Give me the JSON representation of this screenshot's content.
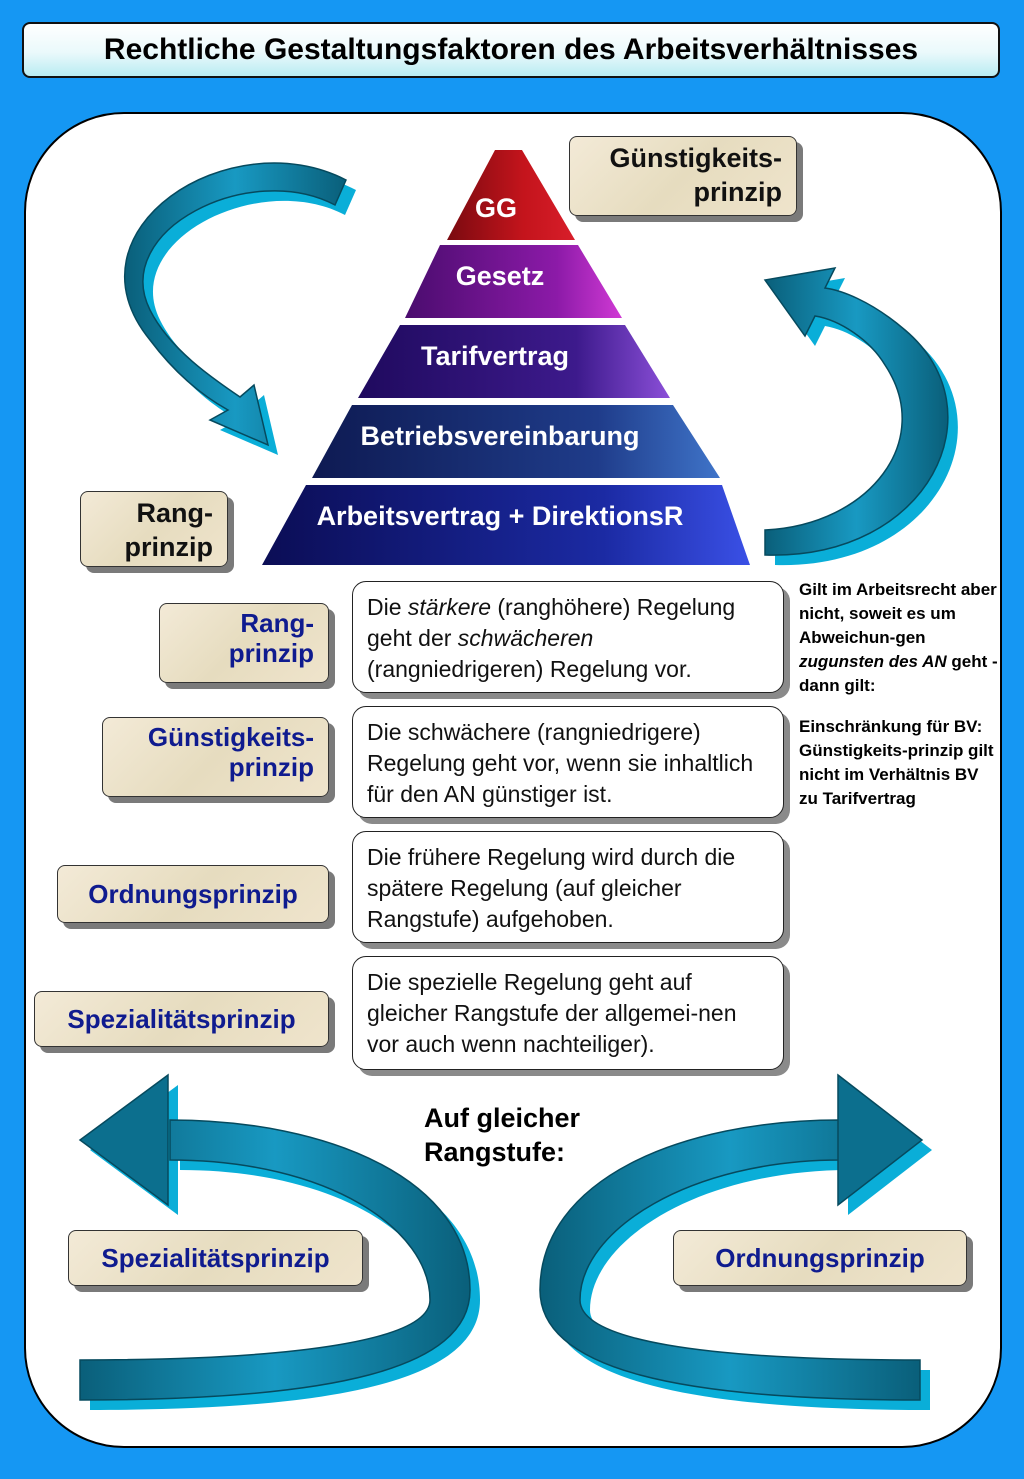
{
  "title": "Rechtliche Gestaltungsfaktoren des Arbeitsverhältnisses",
  "pyramid": {
    "levels": [
      "GG",
      "Gesetz",
      "Tarifvertrag",
      "Betriebsvereinbarung",
      "Arbeitsvertrag + DirektionsR"
    ]
  },
  "callouts": {
    "rang_top": [
      "Rang-",
      "prinzip"
    ],
    "guenstig_top": [
      "Günstigkeits-",
      "prinzip"
    ]
  },
  "principles": [
    {
      "label": [
        "Rang-",
        "prinzip"
      ],
      "desc": [
        "Die ",
        "stärkere",
        " (ranghöhere) Regelung geht der ",
        "schwächeren",
        " (rangniedrigeren) Regelung vor."
      ]
    },
    {
      "label": [
        "Günstigkeits-",
        "prinzip"
      ],
      "desc": [
        "Die schwächere (rangniedrigere) Regelung geht vor, wenn sie inhaltlich für den AN günstiger ist."
      ]
    },
    {
      "label": [
        "Ordnungsprinzip"
      ],
      "desc": [
        "Die frühere Regelung wird durch die spätere Regelung (auf gleicher Rangstufe) aufgehoben."
      ]
    },
    {
      "label": [
        "Spezialitätsprinzip"
      ],
      "desc": [
        "Die spezielle Regelung geht auf gleicher Rangstufe der allgemei-nen vor auch wenn nachteiliger)."
      ]
    }
  ],
  "side_note": {
    "part1": [
      "Gilt im Arbeitsrecht aber nicht, soweit es um Abweichun-gen ",
      "zugunsten des AN",
      " geht - dann gilt:"
    ],
    "part2": "Einschränkung für BV: Günstigkeits-prinzip gilt nicht im Verhältnis BV zu Tarifvertrag"
  },
  "same_level": {
    "heading": [
      "Auf gleicher",
      "Rangstufe:"
    ],
    "left_label": "Spezialitätsprinzip",
    "right_label": "Ordnungsprinzip"
  },
  "colors": {
    "background": "#1597f3",
    "arrow": "#0e7a9a",
    "label_text_blue": "#0f1b8f",
    "pyramid_top": "#b8101b",
    "pyramid_base": "#0c0f5c"
  }
}
